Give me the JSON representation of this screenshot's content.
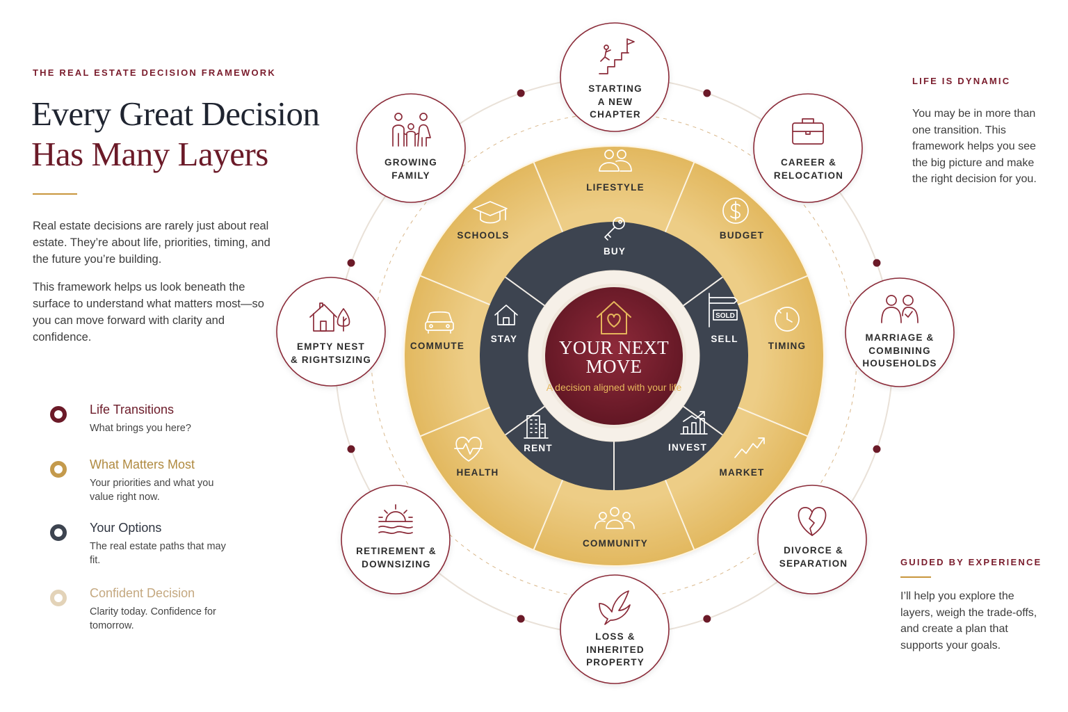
{
  "header": {
    "eyebrow": "THE REAL ESTATE DECISION FRAMEWORK",
    "title_line1": "Every Great Decision",
    "title_line2": "Has Many Layers"
  },
  "intro": {
    "p1": "Real estate decisions are rarely just about real estate. They’re about life, priorities, timing, and the future you’re building.",
    "p2": "This framework helps us look beneath the surface to understand what matters most—so you can move forward with clarity and confidence."
  },
  "legend": [
    {
      "title": "Life Transitions",
      "desc": "What brings you here?",
      "color": "#6b1a28"
    },
    {
      "title": "What Matters Most",
      "desc": "Your priorities and what you value right now.",
      "color": "#c49a4c"
    },
    {
      "title": "Your Options",
      "desc": "The real estate paths that may fit.",
      "color": "#3d4450"
    },
    {
      "title": "Confident Decision",
      "desc": "Clarity today. Confidence for tomorrow.",
      "color": "#e3d3b8"
    }
  ],
  "center": {
    "title_line1": "YOUR NEXT",
    "title_line2": "MOVE",
    "subtitle": "A decision aligned with your life"
  },
  "options": [
    {
      "label": "BUY",
      "icon": "key-icon"
    },
    {
      "label": "SELL",
      "icon": "sold-sign-icon"
    },
    {
      "label": "INVEST",
      "icon": "growth-chart-icon"
    },
    {
      "label": "RENT",
      "icon": "apartment-building-icon"
    },
    {
      "label": "STAY",
      "icon": "house-icon"
    }
  ],
  "priorities": [
    {
      "label": "LIFESTYLE",
      "icon": "people-icon"
    },
    {
      "label": "BUDGET",
      "icon": "dollar-icon"
    },
    {
      "label": "TIMING",
      "icon": "clock-icon"
    },
    {
      "label": "MARKET",
      "icon": "trend-icon"
    },
    {
      "label": "COMMUNITY",
      "icon": "community-icon"
    },
    {
      "label": "HEALTH",
      "icon": "heart-pulse-icon"
    },
    {
      "label": "COMMUTE",
      "icon": "car-icon"
    },
    {
      "label": "SCHOOLS",
      "icon": "graduation-cap-icon"
    }
  ],
  "transitions": [
    {
      "label": "STARTING\nA NEW\nCHAPTER",
      "icon": "stairs-flag-icon"
    },
    {
      "label": "CAREER &\nRELOCATION",
      "icon": "briefcase-icon"
    },
    {
      "label": "MARRIAGE &\nCOMBINING\nHOUSEHOLDS",
      "icon": "couple-icon"
    },
    {
      "label": "DIVORCE &\nSEPARATION",
      "icon": "broken-heart-icon"
    },
    {
      "label": "LOSS &\nINHERITED\nPROPERTY",
      "icon": "dove-icon"
    },
    {
      "label": "RETIREMENT &\nDOWNSIZING",
      "icon": "sunset-icon"
    },
    {
      "label": "EMPTY NEST\n& RIGHTSIZING",
      "icon": "house-tree-icon"
    },
    {
      "label": "GROWING\nFAMILY",
      "icon": "family-icon"
    }
  ],
  "sidebar": {
    "life_title": "LIFE IS DYNAMIC",
    "life_text": "You may be in more than one transition. This framework helps you see the big picture and make the right decision for you.",
    "guided_title": "GUIDED BY EXPERIENCE",
    "guided_text": "I’ll help you explore the layers, weigh the trade-offs, and create a plan that supports your goals."
  },
  "colors": {
    "burgundy": "#6b1a28",
    "gold": "#e8c271",
    "slate": "#3d4450",
    "cream": "#f3ece2"
  }
}
